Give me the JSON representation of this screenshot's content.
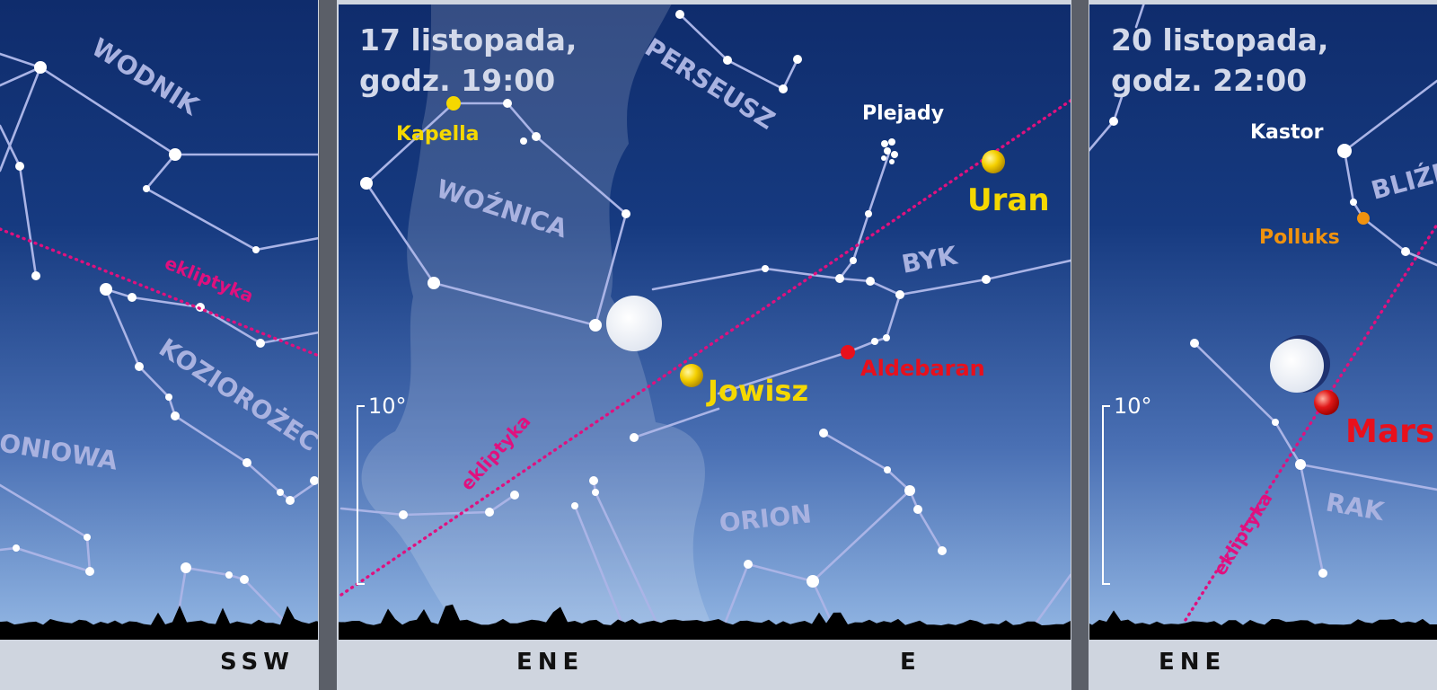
{
  "panels": [
    {
      "constellations": [
        "WODNIK",
        "KOZIOROŻEC",
        "ONIOWA"
      ],
      "ecliptic_label": "ekliptyka",
      "directions": [
        "SSW"
      ]
    },
    {
      "title_line1": "17 listopada,",
      "title_line2": "godz. 19:00",
      "constellations": [
        "WOŹNICA",
        "PERSEUSZ",
        "BYK",
        "ORION"
      ],
      "stars": {
        "kapella": "Kapella",
        "plejady": "Plejady",
        "aldebaran": "Aldebaran"
      },
      "planets": {
        "uran": "Uran",
        "jowisz": "Jowisz"
      },
      "ecliptic_label": "ekliptyka",
      "scale_label": "10°",
      "directions": [
        "ENE",
        "E"
      ]
    },
    {
      "title_line1": "20 listopada,",
      "title_line2": "godz. 22:00",
      "constellations": [
        "BLIŹNIĘTA",
        "RAK"
      ],
      "stars": {
        "kastor": "Kastor",
        "polluks": "Polluks"
      },
      "planets": {
        "mars": "Mars"
      },
      "ecliptic_label": "ekliptyka",
      "scale_label": "10°",
      "directions": [
        "ENE"
      ]
    }
  ],
  "colors": {
    "sky_top": "#0f2c6c",
    "sky_bottom": "#8db2e2",
    "ecliptic": "#e0107e",
    "planet_yellow": "#f5d800",
    "aldebaran_red": "#e8101c",
    "polluks_orange": "#f0920e"
  }
}
